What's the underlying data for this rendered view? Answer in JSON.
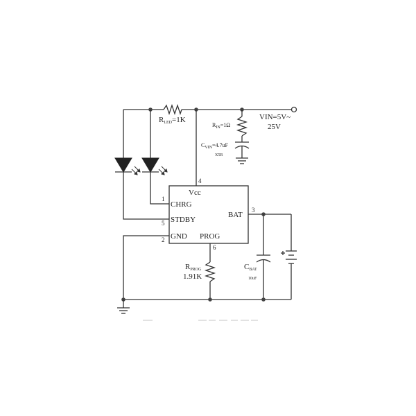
{
  "labels": {
    "r_led_main": "R",
    "r_led_sub": "LED",
    "r_led_value": "=1K",
    "r_in_main": "R",
    "r_in_sub": "IN",
    "r_in_value": "=1Ω",
    "c_vin_main": "C",
    "c_vin_sub": "VIN",
    "c_vin_value": "=4.7uF",
    "c_vin_type": "X5R",
    "vin_line1": "VIN=5V~",
    "vin_line2": "25V",
    "r_prog_main": "R",
    "r_prog_sub": "PROG",
    "r_prog_value": "1.91K",
    "c_bat_main": "C",
    "c_bat_sub": "BAT",
    "c_bat_value": "10uF"
  },
  "ic": {
    "vcc": "Vcc",
    "chrg": "CHRG",
    "stdby": "STDBY",
    "gnd": "GND",
    "bat": "BAT",
    "prog": "PROG"
  },
  "pins": {
    "vcc": "4",
    "chrg": "1",
    "stdby": "5",
    "gnd": "2",
    "bat": "3",
    "prog": "6"
  }
}
